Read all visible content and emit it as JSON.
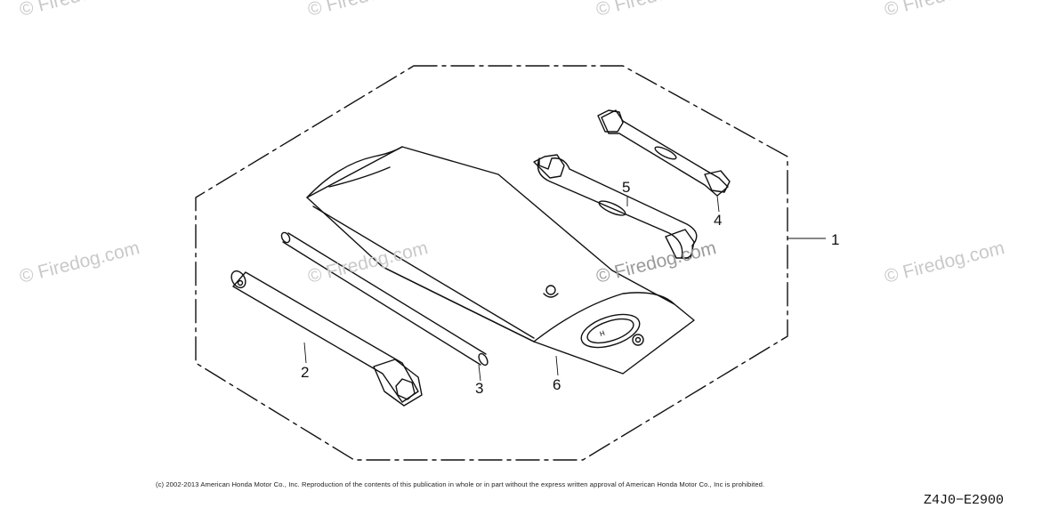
{
  "diagram": {
    "callouts": [
      "1",
      "2",
      "3",
      "4",
      "5",
      "6"
    ]
  },
  "watermark": {
    "text": "© Firedog.com",
    "top_fragment": "© Firedo"
  },
  "footer": {
    "copyright": "(c) 2002-2013 American Honda Motor Co., Inc. Reproduction of the contents of this publication in whole or in part without the express written approval of American Honda Motor Co., Inc is prohibited.",
    "diagram_code": "Z4J0−E2900"
  },
  "colors": {
    "line": "#111111",
    "watermark": "#c9c9c9",
    "background": "#ffffff"
  }
}
